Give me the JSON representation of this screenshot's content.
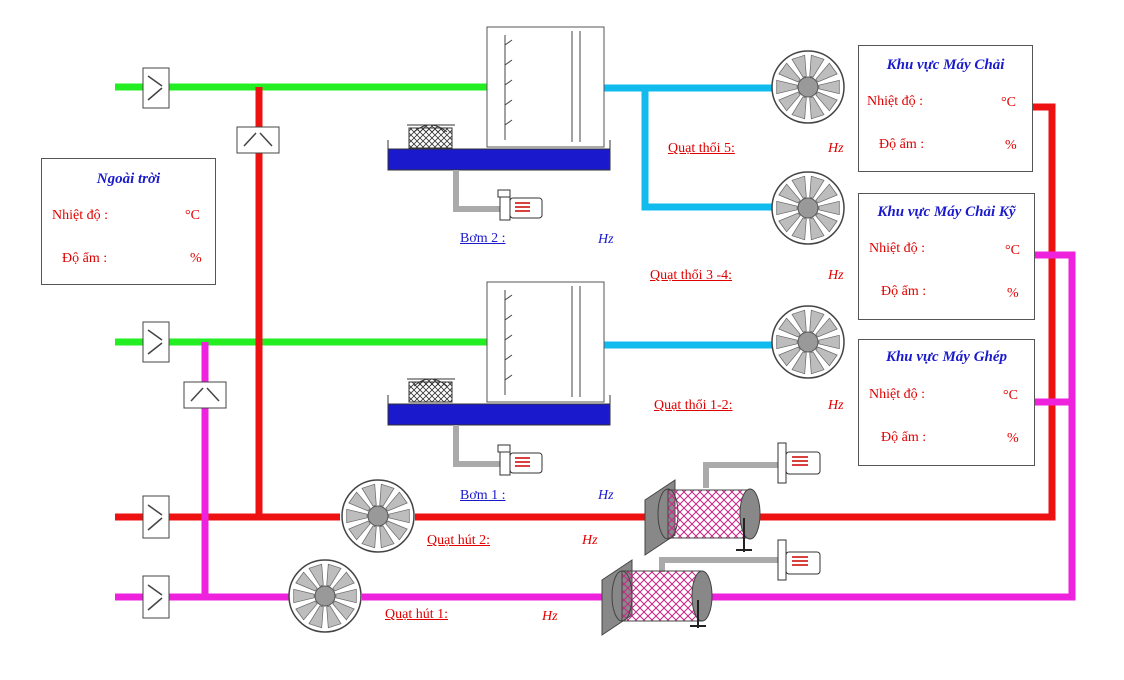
{
  "colors": {
    "fresh_air": "#22ee22",
    "supply_air": "#11bbee",
    "return_red": "#ee1111",
    "return_magenta": "#ee22dd",
    "water": "#1a1acc",
    "pipe_gray": "#aaaaaa"
  },
  "outdoor": {
    "title": "Ngoài trời",
    "temp_label": "Nhiệt độ :",
    "temp_unit": "°C",
    "hum_label": "Độ ẩm :",
    "hum_unit": "%"
  },
  "zones": [
    {
      "title": "Khu vực Máy Chải",
      "temp_label": "Nhiệt độ :",
      "temp_unit": "°C",
      "hum_label": "Độ ẩm :",
      "hum_unit": "%"
    },
    {
      "title": "Khu vực Máy Chải Kỹ",
      "temp_label": "Nhiệt độ :",
      "temp_unit": "°C",
      "hum_label": "Độ ẩm :",
      "hum_unit": "%"
    },
    {
      "title": "Khu vực Máy Ghép",
      "temp_label": "Nhiệt độ :",
      "temp_unit": "°C",
      "hum_label": "Độ ẩm :",
      "hum_unit": "%"
    }
  ],
  "devices": {
    "fan5": {
      "label": "Quạt thổi 5:",
      "unit": "Hz"
    },
    "fan34": {
      "label": "Quạt thổi 3 -4:",
      "unit": "Hz"
    },
    "fan12": {
      "label": "Quạt thổi 1-2:",
      "unit": "Hz"
    },
    "pump2": {
      "label": "Bơm 2 :",
      "unit": "Hz"
    },
    "pump1": {
      "label": "Bơm 1 :",
      "unit": "Hz"
    },
    "exhaust2": {
      "label": "Quạt hút 2:",
      "unit": "Hz"
    },
    "exhaust1": {
      "label": "Quạt hút 1:",
      "unit": "Hz"
    }
  }
}
